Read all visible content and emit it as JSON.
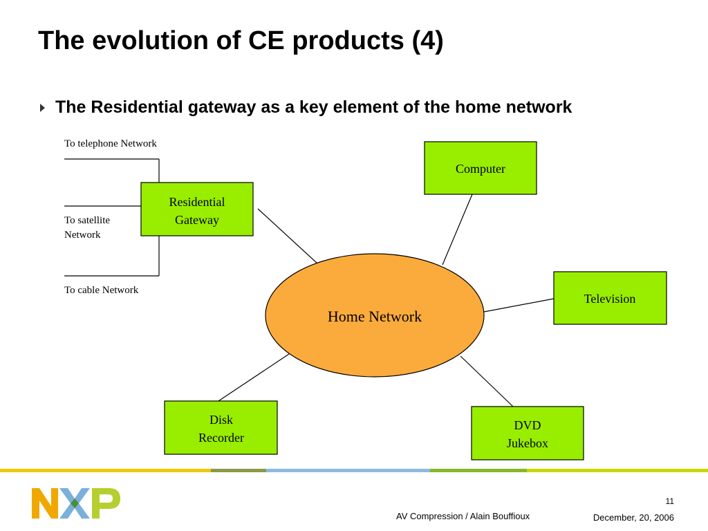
{
  "slide": {
    "title": "The evolution of CE products (4)",
    "bullet": "The Residential gateway as a key element of the home network"
  },
  "diagram": {
    "hub": "Home Network",
    "gateway": {
      "line1": "Residential",
      "line2": "Gateway"
    },
    "devices": {
      "computer": "Computer",
      "television": "Television",
      "disk_recorder": {
        "line1": "Disk",
        "line2": "Recorder"
      },
      "dvd_jukebox": {
        "line1": "DVD",
        "line2": "Jukebox"
      }
    },
    "external_links": {
      "telephone": "To telephone Network",
      "satellite": {
        "line1": "To satellite",
        "line2": "Network"
      },
      "cable": "To cable Network"
    }
  },
  "footer": {
    "page_number": "11",
    "author": "AV Compression / Alain Bouffioux",
    "date": "December, 20, 2006",
    "logo_text": "NXP"
  },
  "colors": {
    "device_box": "#99ee00",
    "hub_fill": "#fbab3c",
    "stripe_yellow": "#f0c800",
    "stripe_olive": "#8c9a48",
    "stripe_blue": "#8bbbe0",
    "stripe_green": "#86b82c",
    "stripe_light_green": "#c8d800",
    "logo_orange": "#f0a800",
    "logo_blue": "#7ab0da",
    "logo_green": "#b6cf2e"
  }
}
